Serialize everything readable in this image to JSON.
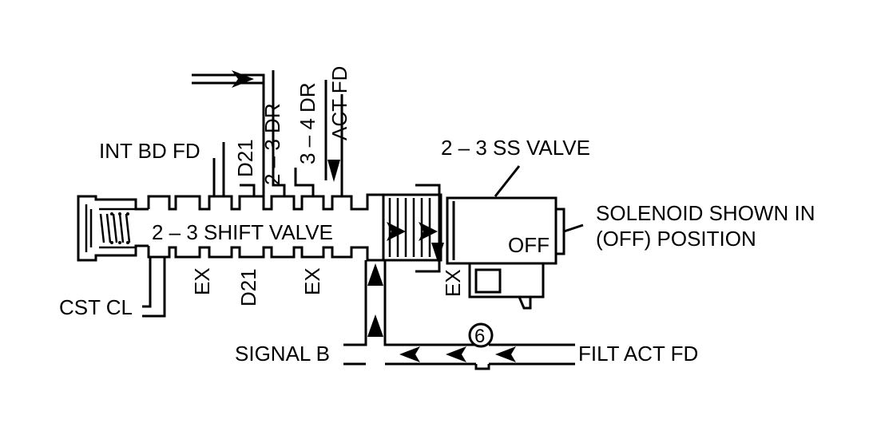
{
  "labels": {
    "shift_valve": "2 – 3 SHIFT VALVE",
    "ss_valve": "2 – 3 SS VALVE",
    "solenoid_line1": "SOLENOID SHOWN IN",
    "solenoid_line2": "(OFF) POSITION",
    "off": "OFF",
    "int_bd_fd": "INT BD FD",
    "d21_top": "D21",
    "dr_23": "2 – 3 DR",
    "dr_34": "3 – 4 DR",
    "act_fd": "ACT FD",
    "ex_left": "EX",
    "d21_bottom": "D21",
    "ex_mid": "EX",
    "ex_right": "EX",
    "cst_cl": "CST CL",
    "signal_b": "SIGNAL B",
    "filt_act_fd": "FILT ACT FD",
    "orifice_num": "6"
  }
}
